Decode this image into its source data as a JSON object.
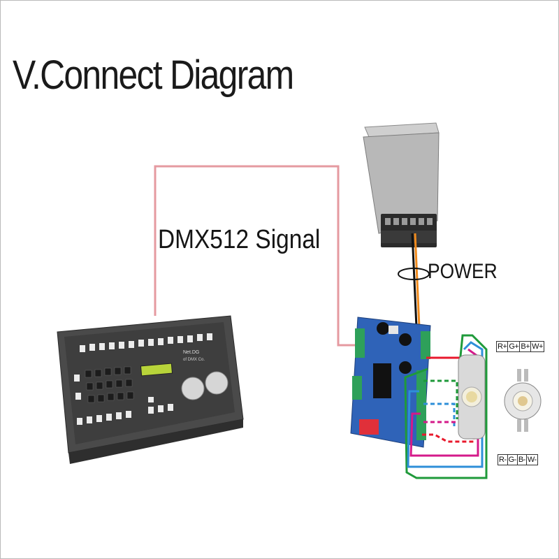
{
  "title": "V.Connect Diagram",
  "labels": {
    "signal": "DMX512 Signal",
    "power": "POWER"
  },
  "controller": {
    "brand": "Net.DG",
    "model": "of DMX Co."
  },
  "led_pins": {
    "positive": [
      "R+",
      "G+",
      "B+",
      "W+"
    ],
    "negative": [
      "R-",
      "G-",
      "B-",
      "W-"
    ]
  },
  "colors": {
    "signal_wire": "#e59aa0",
    "power_wire_orange": "#f08a1c",
    "power_wire_black": "#111111",
    "red_wire": "#e8192c",
    "green_wire": "#1f9a3a",
    "blue_wire": "#2e8fd8",
    "magenta_wire": "#d41a8a",
    "board": "#2f63b8"
  }
}
